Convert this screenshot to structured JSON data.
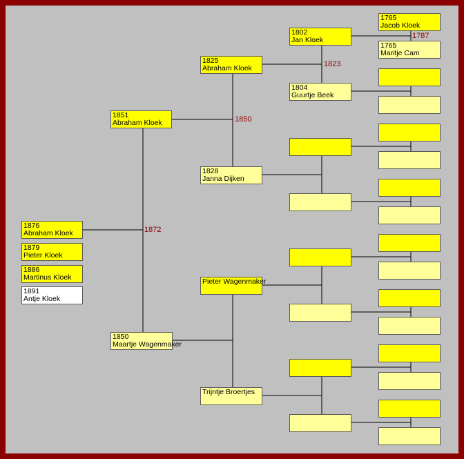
{
  "colors": {
    "frame": "#8b0000",
    "background": "#c0c0c0",
    "male_box": "#ffff00",
    "female_box": "#ffff99",
    "child_box": "#ffffff",
    "marriage_year": "#8b0000"
  },
  "children": [
    {
      "year": "1876",
      "name": "Abraham Kloek"
    },
    {
      "year": "1879",
      "name": "Pieter Kloek"
    },
    {
      "year": "1886",
      "name": "Martinus Kloek"
    },
    {
      "year": "1891",
      "name": "Antje Kloek"
    }
  ],
  "gen1": {
    "father": {
      "year": "1851",
      "name": "Abraham Kloek"
    },
    "mother": {
      "year": "1850",
      "name": "Maartje Wagenmaker"
    },
    "marriage": "1872"
  },
  "gen2": {
    "ff": {
      "year": "1825",
      "name": "Abraham Kloek"
    },
    "fm": {
      "year": "1828",
      "name": "Janna Dijken"
    },
    "f_marriage": "1850",
    "mf": {
      "year": "",
      "name": "Pieter Wagenmaker"
    },
    "mm": {
      "year": "",
      "name": "Trijntje Broertjes"
    }
  },
  "gen3": {
    "fff": {
      "year": "1802",
      "name": "Jan Kloek"
    },
    "ffm": {
      "year": "1804",
      "name": "Guurtje Beek"
    },
    "ff_marriage": "1823"
  },
  "gen4": {
    "ffff": {
      "year": "1765",
      "name": "Jacob Kloek"
    },
    "fffm": {
      "year": "1765",
      "name": "Maritje Cam"
    },
    "fff_marriage": "1787"
  }
}
